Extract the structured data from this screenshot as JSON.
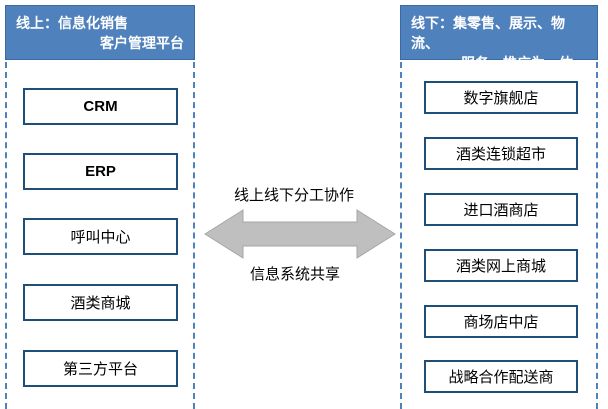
{
  "left_panel": {
    "title_line1": "线上：信息化销售",
    "title_line2": "客户管理平台",
    "items": [
      "CRM",
      "ERP",
      "呼叫中心",
      "酒类商城",
      "第三方平台"
    ]
  },
  "right_panel": {
    "title_line1": "线下：集零售、展示、物流、",
    "title_line2": "服务、推广为一体",
    "items": [
      "数字旗舰店",
      "酒类连锁超市",
      "进口酒商店",
      "酒类网上商城",
      "商场店中店",
      "战略合作配送商"
    ]
  },
  "connector": {
    "top_label": "线上线下分工协作",
    "bottom_label": "信息系统共享"
  },
  "colors": {
    "header_bg": "#4f81bd",
    "box_border": "#1f4e79",
    "arrow": "#bfbfbf"
  }
}
